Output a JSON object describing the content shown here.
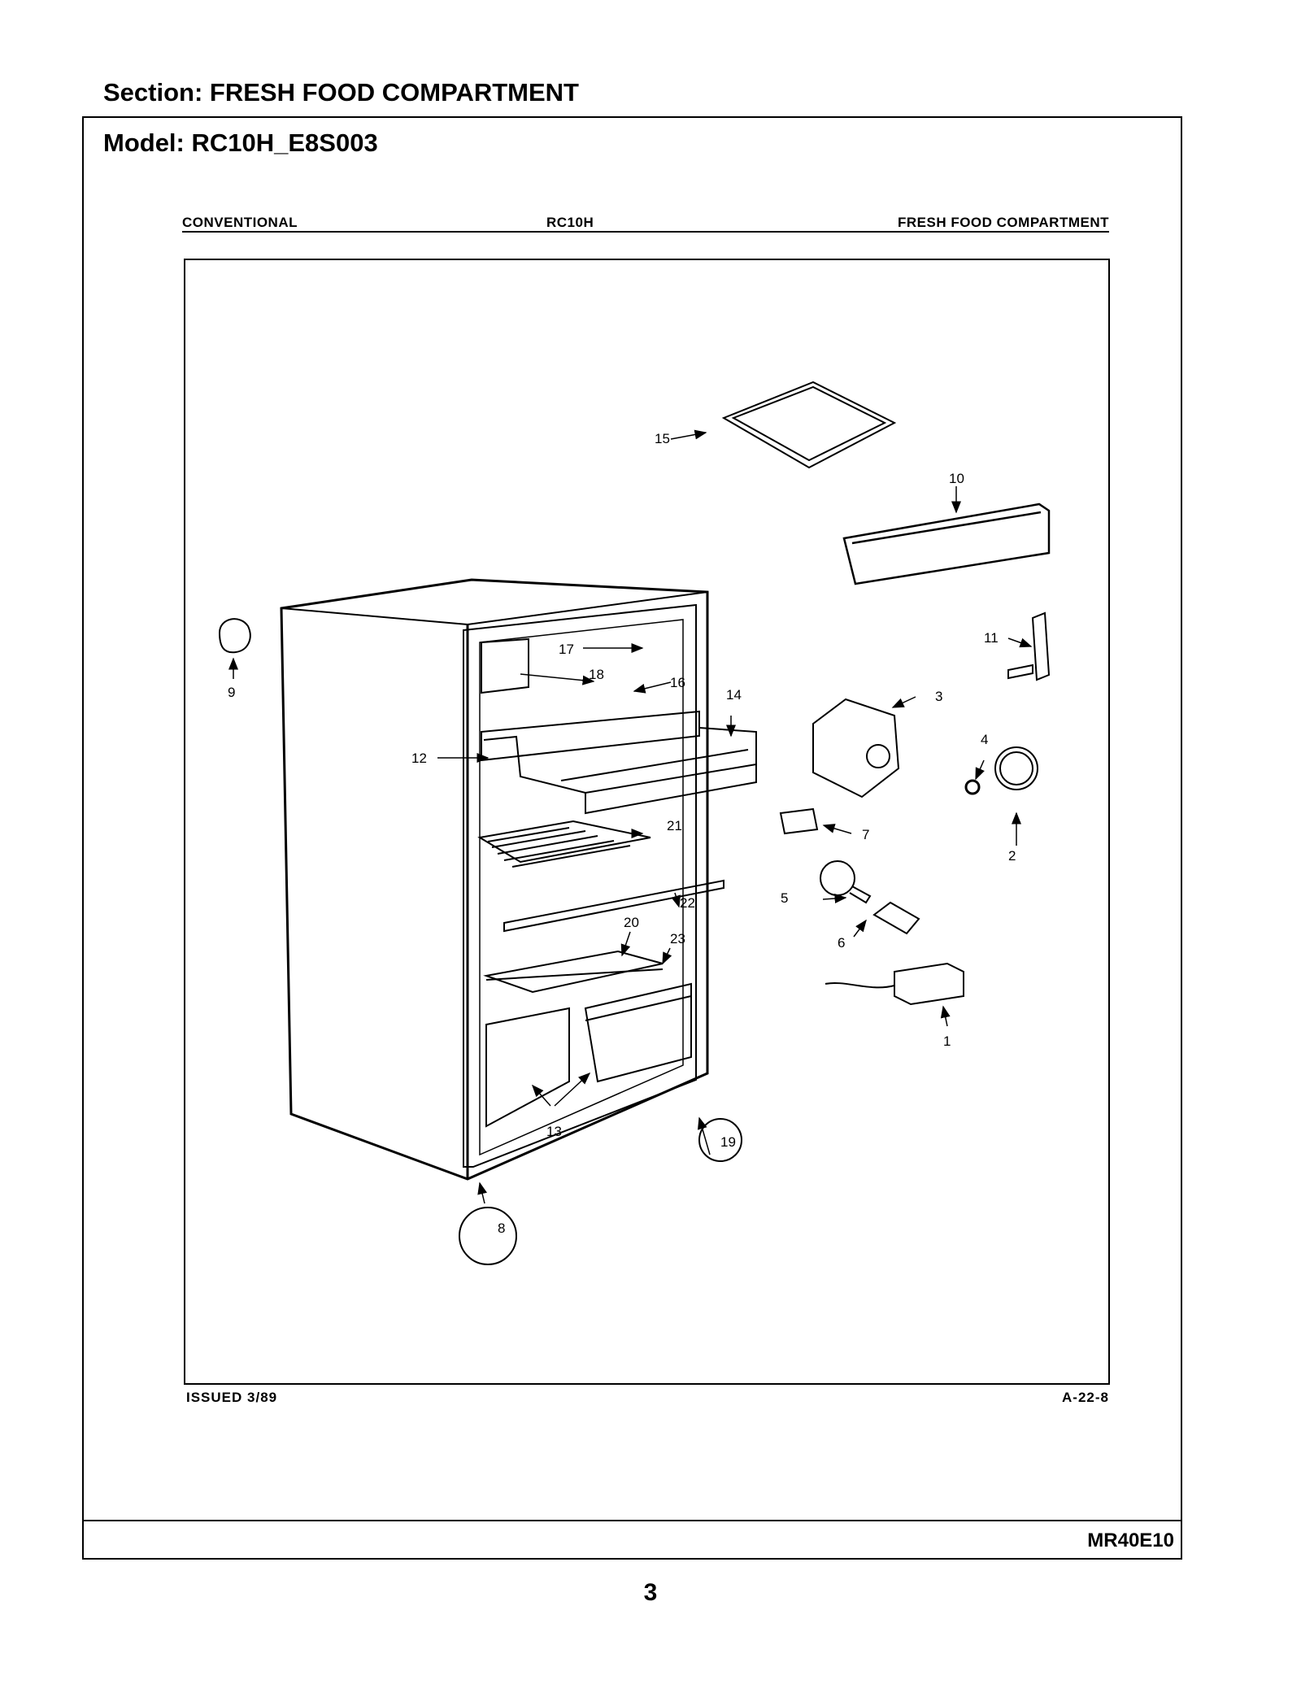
{
  "header": {
    "section_label": "Section:  FRESH FOOD COMPARTMENT",
    "model_label": "Model:  RC10H_E8S003"
  },
  "drawing": {
    "header_left": "CONVENTIONAL",
    "header_center": "RC10H",
    "header_right": "FRESH FOOD COMPARTMENT",
    "issued": "ISSUED 3/89",
    "page_code": "A-22-8",
    "callouts": {
      "c1": "1",
      "c2": "2",
      "c3": "3",
      "c4": "4",
      "c5": "5",
      "c6": "6",
      "c7": "7",
      "c8": "8",
      "c9": "9",
      "c10": "10",
      "c11": "11",
      "c12": "12",
      "c13": "13",
      "c14": "14",
      "c15": "15",
      "c16": "16",
      "c17": "17",
      "c18": "18",
      "c19": "19",
      "c20": "20",
      "c21": "21",
      "c22": "22",
      "c23": "23"
    }
  },
  "footer": {
    "doc_code": "MR40E10",
    "page_number": "3"
  }
}
